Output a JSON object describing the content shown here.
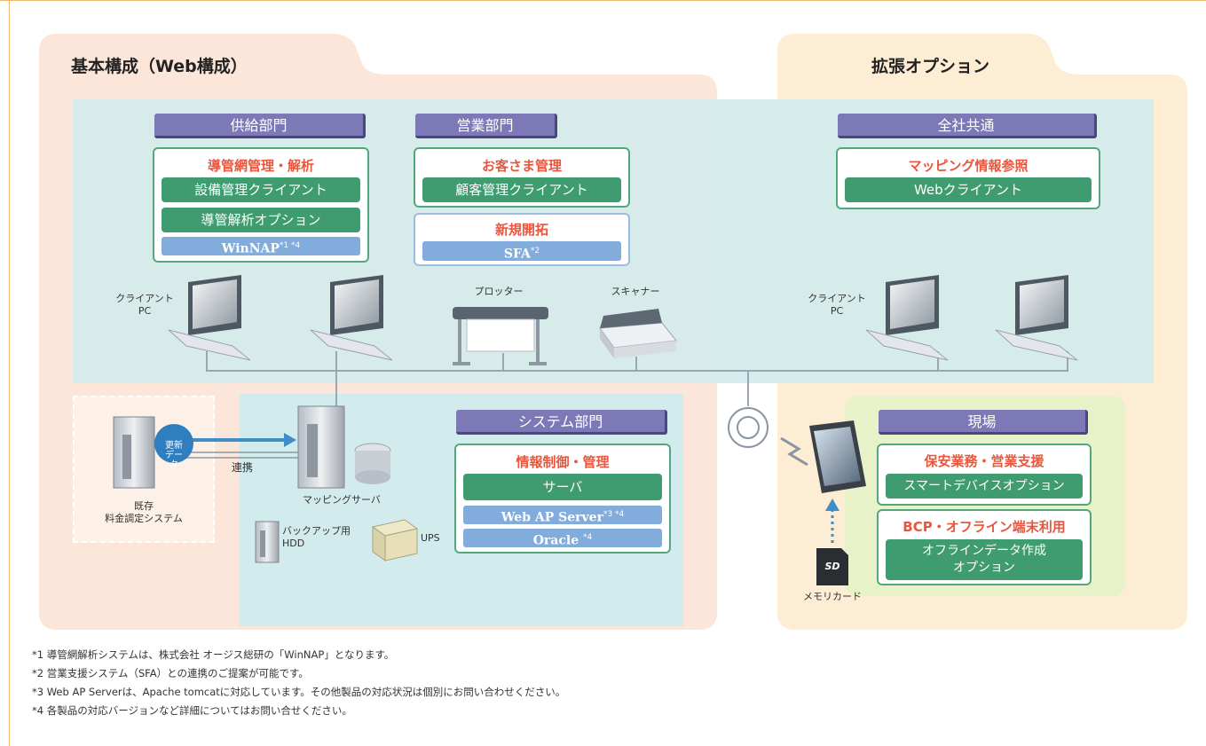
{
  "regions": {
    "basic_title": "基本構成（Web構成）",
    "ext_title": "拡張オプション"
  },
  "supply": {
    "header": "供給部門",
    "func_title": "導管網管理・解析",
    "btn1": "設備管理クライアント",
    "btn2": "導管解析オプション",
    "winnap": "WinNAP",
    "winnap_sup": "*1 *4"
  },
  "sales": {
    "header": "営業部門",
    "func_title": "お客さま管理",
    "btn1": "顧客管理クライアント",
    "func2_title": "新規開拓",
    "sfa": "SFA",
    "sfa_sup": "*2"
  },
  "common": {
    "header": "全社共通",
    "func_title": "マッピング情報参照",
    "btn1": "Webクライアント"
  },
  "system": {
    "header": "システム部門",
    "func_title": "情報制御・管理",
    "btn1": "サーバ",
    "webap": "Web AP Server",
    "webap_sup": "*3 *4",
    "oracle": "Oracle",
    "oracle_sup": "*4"
  },
  "field": {
    "header": "現場",
    "func1_title": "保安業務・営業支援",
    "btn1": "スマートデバイスオプション",
    "func2_title": "BCP・オフライン端末利用",
    "btn2_line1": "オフラインデータ作成",
    "btn2_line2": "オプション"
  },
  "labels": {
    "client_pc_left_1": "クライアント",
    "client_pc_left_2": "PC",
    "plotter": "プロッター",
    "scanner": "スキャナー",
    "client_pc_right_1": "クライアント",
    "client_pc_right_2": "PC",
    "update_data_1": "更新",
    "update_data_2": "データ",
    "link": "連携",
    "mapping_server": "マッピングサーバ",
    "legacy_1": "既存",
    "legacy_2": "料金調定システム",
    "backup_1": "バックアップ用",
    "backup_2": "HDD",
    "ups": "UPS",
    "memory_card": "メモリカード",
    "sd": "SD"
  },
  "notes": [
    "*1 導管網解析システムは、株式会社 オージス総研の「WinNAP」となります。",
    "*2 営業支援システム（SFA）との連携のご提案が可能です。",
    "*3 Web AP Serverは、Apache tomcatに対応しています。その他製品の対応状況は個別にお問い合わせください。",
    "*4 各製品の対応バージョンなど詳細についてはお問い合せください。"
  ],
  "colors": {
    "basic_panel": "#fbe6d9",
    "ext_panel": "#fdedd4",
    "teal": "#d2ebec",
    "dept_header": "#7d79b6",
    "green_button": "#3f9c70",
    "blue_button": "#82acdc",
    "function_title": "#e8573d"
  }
}
